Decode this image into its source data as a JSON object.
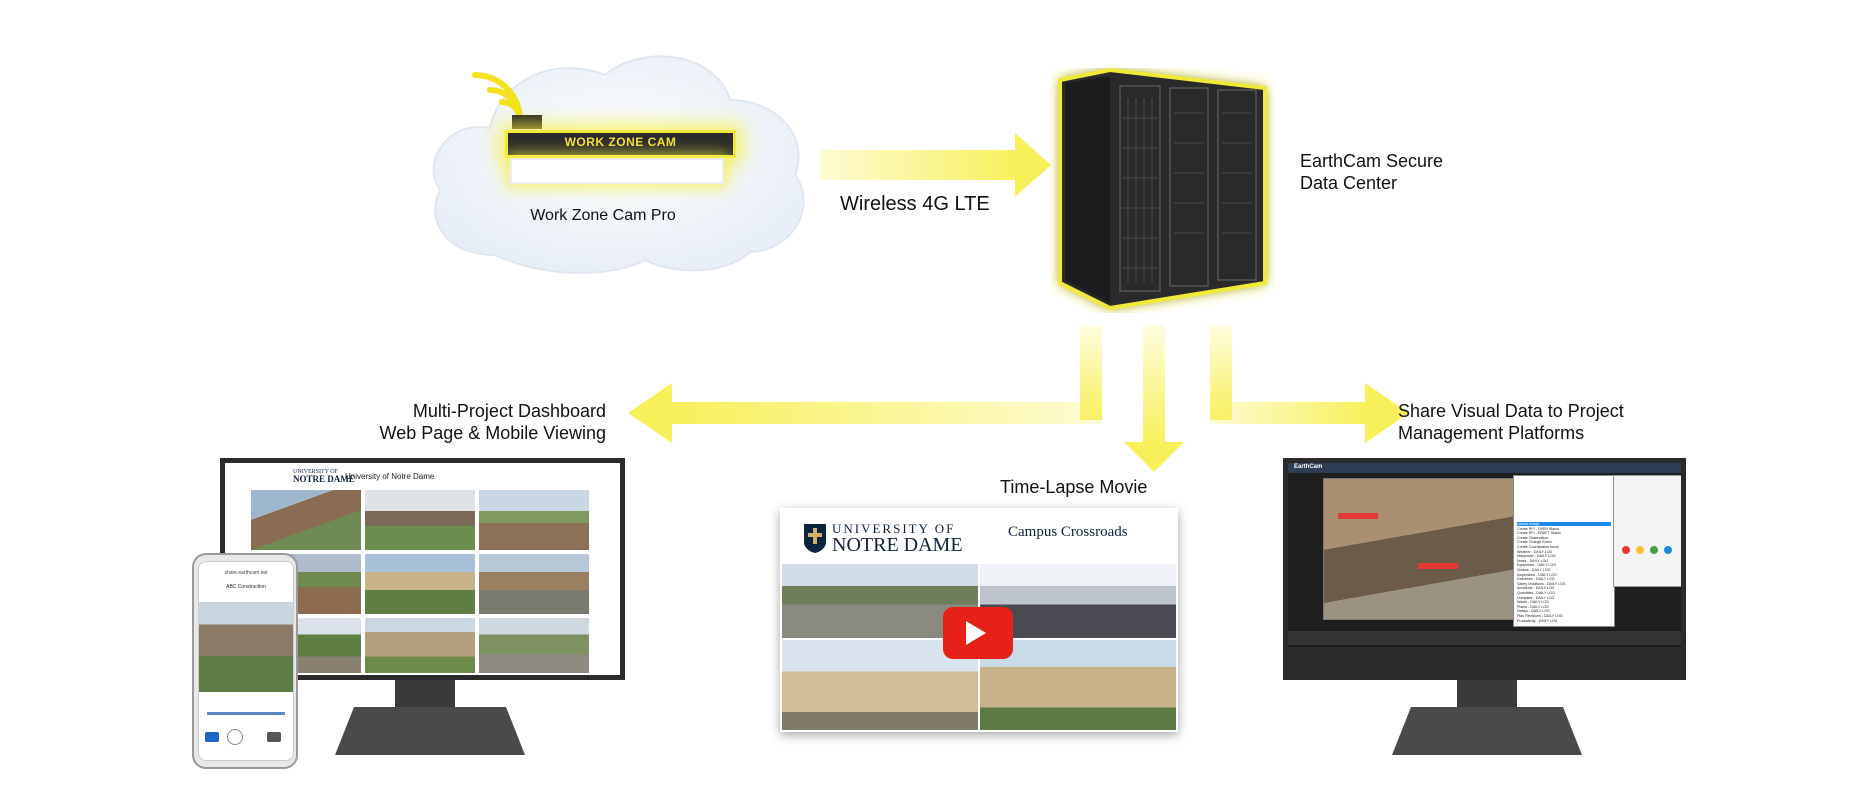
{
  "camera": {
    "badge": "WORK ZONE CAM",
    "label": "Work Zone Cam Pro"
  },
  "link_label": "Wireless 4G LTE",
  "data_center": {
    "line1": "EarthCam Secure",
    "line2": "Data Center"
  },
  "dashboard": {
    "line1": "Multi-Project Dashboard",
    "line2": "Web Page & Mobile Viewing",
    "university_small": "UNIVERSITY OF",
    "university_logo": "NOTRE DAME",
    "site_title": "University of Notre Dame",
    "phone_url": "share.earthcam.net",
    "phone_project": "ABC Construction"
  },
  "timelapse": {
    "label": "Time-Lapse Movie",
    "univ_small": "UNIVERSITY OF",
    "univ_big": "NOTRE DAME",
    "title": "Campus Crossroads"
  },
  "share": {
    "line1": "Share Visual Data to Project",
    "line2": "Management Platforms",
    "app_brand": "EarthCam",
    "menu_items": [
      "Upload Image",
      "Create RFI - OPEN Status",
      "Create RFI - DRAFT Status",
      "Create Observation",
      "Create Change Event",
      "Create Coordination Issue",
      "Weather - DAILY LOG",
      "Manpower - DAILY LOG",
      "Notes - DAILY LOG",
      "Equipment - DAILY LOG",
      "Visitors - DAILY LOG",
      "Inspections - DAILY LOG",
      "Deliveries - DAILY LOG",
      "Safety Violations - DAILY LOG",
      "Accidents - DAILY LOG",
      "Quantities - DAILY LOG",
      "Dumpster - DAILY LOG",
      "Waste - DAILY LOG",
      "Plants - DAILY LOG",
      "Delays - DAILY LOG",
      "Plan Revisions - DAILY LOG",
      "Productivity - DAILY LOG"
    ]
  },
  "colors": {
    "arrow": "#f7f05a",
    "glow": "#f2ea3a",
    "server": "#2b2b2b",
    "play": "#e62117",
    "nd_blue": "#0c2340"
  }
}
